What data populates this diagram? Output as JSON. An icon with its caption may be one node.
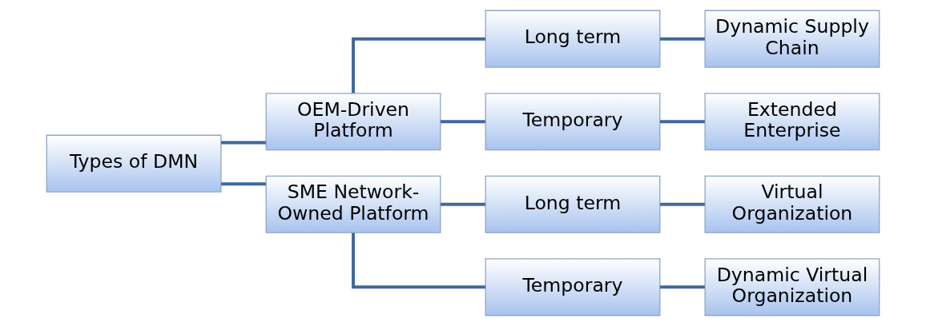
{
  "diagram": {
    "nodes": [
      {
        "text": [
          "Types of DMN"
        ]
      },
      {
        "text": [
          "OEM-Driven Platform"
        ]
      },
      {
        "text": [
          "Long term"
        ]
      },
      {
        "text": [
          "Dynamic Supply Chain"
        ]
      },
      {
        "text": [
          "Temporary"
        ]
      },
      {
        "text": [
          "Extended Enterprise"
        ]
      },
      {
        "text": [
          "SME Network-Owned Platform"
        ]
      },
      {
        "text": [
          "Long term"
        ]
      },
      {
        "text": [
          "Virtual Organization"
        ]
      },
      {
        "text": [
          "Temporary"
        ]
      },
      {
        "text": [
          "Dynamic Virtual Organization"
        ]
      }
    ],
    "edges": [
      {
        "from": 0,
        "to": 1,
        "arrow": "none"
      },
      {
        "from": 0,
        "to": 6,
        "arrow": "none"
      },
      {
        "from": 1,
        "to": 2,
        "arrow": "none"
      },
      {
        "from": 1,
        "to": 4,
        "arrow": "none"
      },
      {
        "from": 2,
        "to": 3,
        "arrow": "none"
      },
      {
        "from": 4,
        "to": 5,
        "arrow": "none"
      },
      {
        "from": 6,
        "to": 7,
        "arrow": "none"
      },
      {
        "from": 6,
        "to": 9,
        "arrow": "none"
      },
      {
        "from": 7,
        "to": 8,
        "arrow": "none"
      },
      {
        "from": 9,
        "to": 10,
        "arrow": "none"
      }
    ]
  }
}
